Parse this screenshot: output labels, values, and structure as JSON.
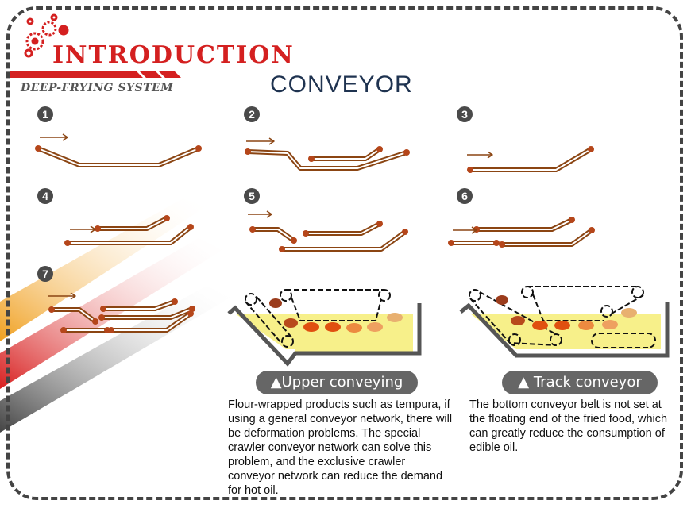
{
  "header": {
    "title": "INTRODUCTION",
    "subtitle": "DEEP-FRYING SYSTEM",
    "main_title": "CONVEYOR"
  },
  "steps": [
    "1",
    "2",
    "3",
    "4",
    "5",
    "6",
    "7"
  ],
  "panels": [
    {
      "label": "▲Upper conveying",
      "description": "Flour-wrapped products such as tempura, if using a general conveyor network, there will be deformation problems. The special crawler conveyor network can solve this problem, and the exclusive crawler conveyor network can reduce the demand for hot oil."
    },
    {
      "label": "▲ Track conveyor",
      "description": "The bottom conveyor belt is not set at the floating end of the fried food, which can greatly reduce the consumption of edible oil."
    }
  ],
  "colors": {
    "brand_red": "#d42020",
    "belt": "#8b4513",
    "oil": "#f7f08a",
    "pan": "#555555"
  }
}
